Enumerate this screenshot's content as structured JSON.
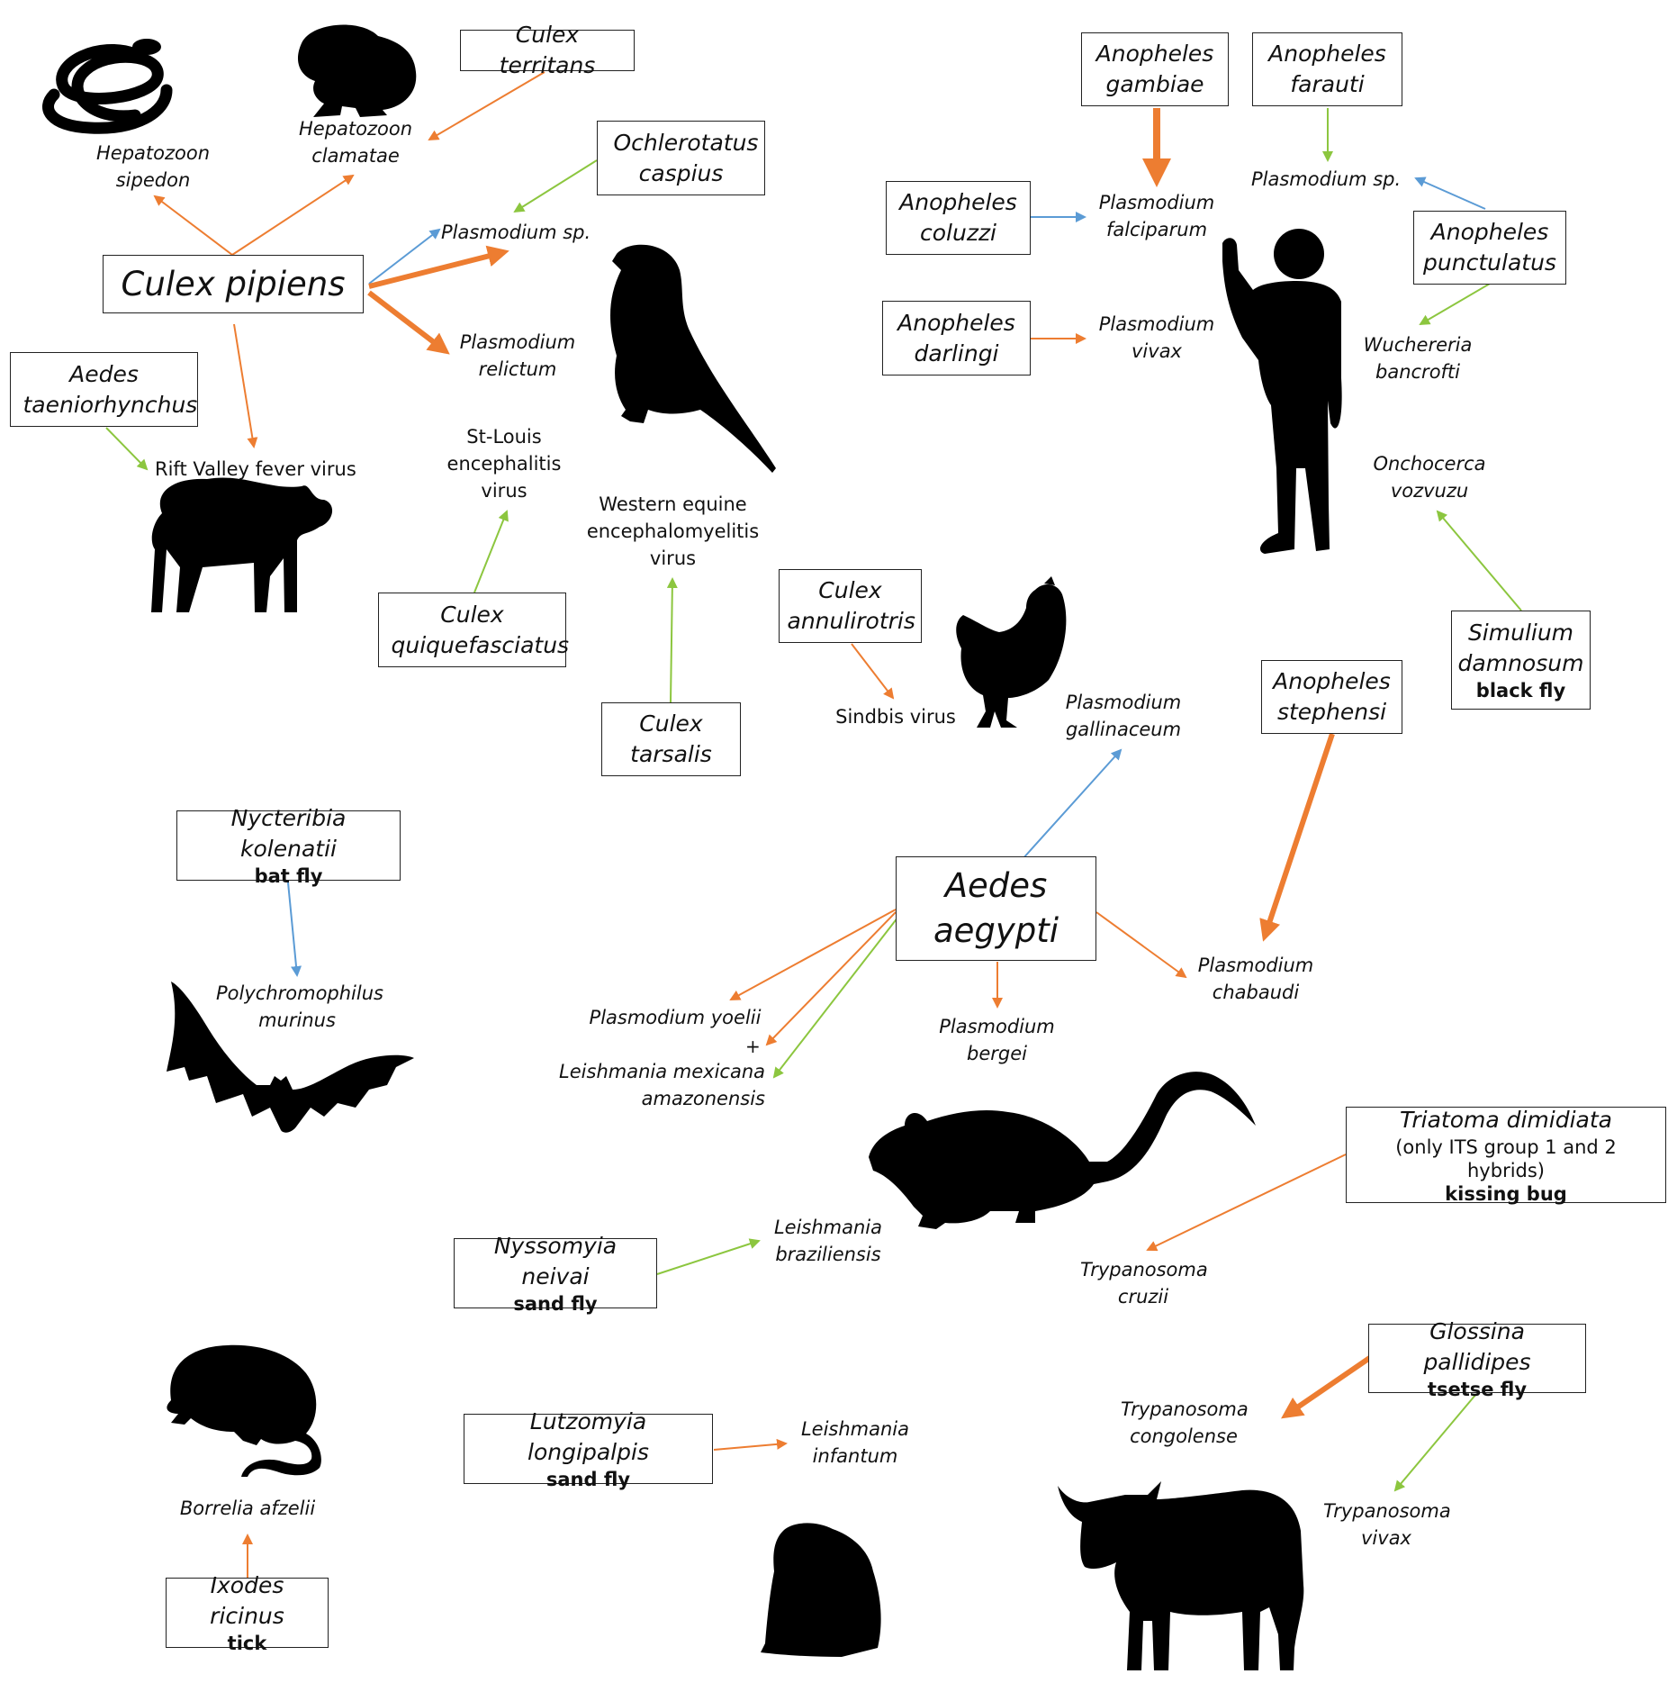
{
  "colors": {
    "orange": "#ED7D31",
    "green": "#8CC63F",
    "blue": "#5B9BD5",
    "silhouette": "#000000"
  },
  "vectors": {
    "culex_territans": {
      "name": "Culex territans"
    },
    "ochlerotatus_caspius": {
      "name": "Ochlerotatus caspius"
    },
    "culex_pipiens": {
      "name": "Culex pipiens"
    },
    "aedes_taeniorhynchus": {
      "name": "Aedes taeniorhynchus"
    },
    "culex_quiquefasciatus": {
      "name": "Culex quiquefasciatus"
    },
    "culex_tarsalis": {
      "name": "Culex tarsalis"
    },
    "culex_annulirotris": {
      "name": "Culex annulirotris"
    },
    "anopheles_gambiae": {
      "name": "Anopheles gambiae"
    },
    "anopheles_farauti": {
      "name": "Anopheles farauti"
    },
    "anopheles_coluzzi": {
      "name": "Anopheles coluzzi"
    },
    "anopheles_darlingi": {
      "name": "Anopheles darlingi"
    },
    "anopheles_punctulatus": {
      "name": "Anopheles punctulatus"
    },
    "simulium_damnosum": {
      "name": "Simulium damnosum",
      "sub": "black fly"
    },
    "anopheles_stephensi": {
      "name": "Anopheles stephensi"
    },
    "nycteribia_kolenatii": {
      "name": "Nycteribia kolenatii",
      "sub": "bat fly"
    },
    "aedes_aegypti": {
      "name": "Aedes aegypti"
    },
    "triatoma_dimidiata": {
      "name": "Triatoma dimidiata",
      "note": "(only ITS group 1 and 2 hybrids)",
      "sub": "kissing bug"
    },
    "nyssomyia_neivai": {
      "name": "Nyssomyia neivai",
      "sub": "sand fly"
    },
    "lutzomyia_longipalpis": {
      "name": "Lutzomyia longipalpis",
      "sub": "sand fly"
    },
    "glossina_pallidipes": {
      "name": "Glossina pallidipes",
      "sub": "tsetse fly"
    },
    "ixodes_ricinus": {
      "name": "Ixodes ricinus",
      "sub": "tick"
    }
  },
  "pathogens": {
    "hepatozoon_sipedon": "Hepatozoon sipedon",
    "hepatozoon_clamatae": "Hepatozoon clamatae",
    "plasmodium_sp_bird": "Plasmodium sp.",
    "plasmodium_relictum": "Plasmodium relictum",
    "rift_valley_fever_virus": "Rift Valley fever virus",
    "st_louis_encephalitis_virus": "St-Louis encephalitis virus",
    "western_equine_encephalomyelitis_virus": "Western equine encephalomyelitis virus",
    "sindbis_virus": "Sindbis virus",
    "plasmodium_gallinaceum": "Plasmodium gallinaceum",
    "plasmodium_falciparum": "Plasmodium falciparum",
    "plasmodium_sp_human": "Plasmodium sp.",
    "plasmodium_vivax": "Plasmodium vivax",
    "wuchereria_bancrofti": "Wuchereria bancrofti",
    "onchocerca_vozvuzu": "Onchocerca vozvuzu",
    "plasmodium_chabaudi": "Plasmodium chabaudi",
    "polychromophilus_murinus": "Polychromophilus murinus",
    "plasmodium_yoelii": "Plasmodium yoelii",
    "plus_sign": "+",
    "leishmania_mexicana_amazonensis": "Leishmania mexicana amazonensis",
    "plasmodium_bergei": "Plasmodium bergei",
    "leishmania_braziliensis": "Leishmania braziliensis",
    "trypanosoma_cruzii": "Trypanosoma cruzii",
    "trypanosoma_congolense": "Trypanosoma congolense",
    "trypanosoma_vivax": "Trypanosoma vivax",
    "leishmania_infantum": "Leishmania infantum",
    "borrelia_afzelii": "Borrelia afzelii"
  },
  "hosts": [
    "snake-icon",
    "frog-icon",
    "sheep-icon",
    "bird-icon",
    "human-icon",
    "chicken-icon",
    "bat-icon",
    "rat-icon",
    "vole-icon",
    "hamster-icon",
    "cow-icon"
  ]
}
